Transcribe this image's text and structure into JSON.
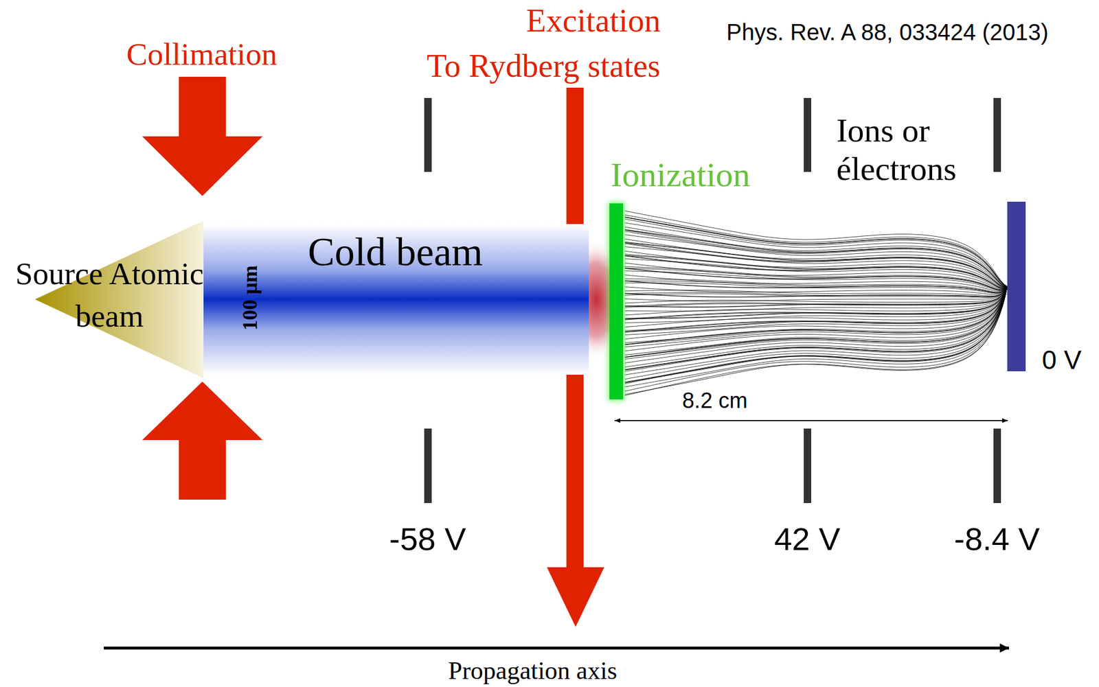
{
  "diagram": {
    "nodes": [
      {
        "text": [
          "Source Atomic beam"
        ]
      },
      {
        "text": [
          "Cold beam"
        ]
      }
    ],
    "labels": [
      "Collimation",
      "Excitation",
      "To Rydberg states",
      "Phys. Rev. A 88, 033424 (2013)",
      "100 µm",
      "Ionization",
      "Ions or électrons",
      "8.2 cm",
      "0 V",
      "-58 V",
      "42 V",
      "-8.4 V",
      "Propagation axis"
    ]
  }
}
